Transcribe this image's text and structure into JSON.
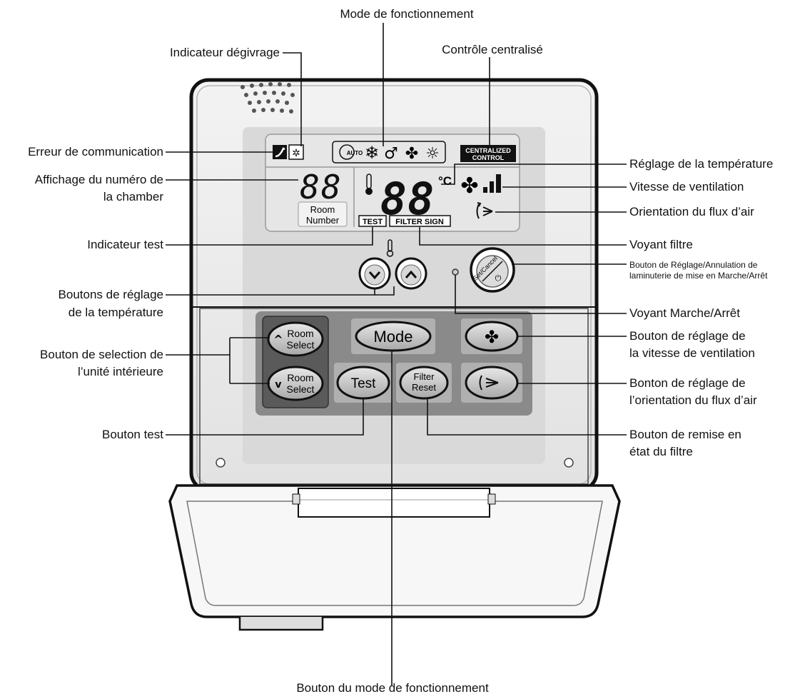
{
  "labels": {
    "mode_fonctionnement": "Mode de fonctionnement",
    "indicateur_degivrage": "Indicateur dégivrage",
    "controle_centralise": "Contrôle centralisé",
    "erreur_communication": "Erreur de communication",
    "affichage_numero_l1": "Affichage du numéro de",
    "affichage_numero_l2": "la chamber",
    "reglage_temperature": "Réglage de la température",
    "vitesse_ventilation": "Vitesse de ventilation",
    "orientation_flux": "Orientation du flux d’air",
    "indicateur_test": "Indicateur test",
    "voyant_filtre": "Voyant filtre",
    "bouton_reglage_annulation_l1": "Bouton de Réglage/Annulation de",
    "bouton_reglage_annulation_l2": "laminuterie de mise en Marche/Arrêt",
    "boutons_temperature_l1": "Boutons de réglage",
    "boutons_temperature_l2": "de la température",
    "voyant_marche_arret": "Voyant Marche/Arrêt",
    "bouton_selection_l1": "Bouton de selection de",
    "bouton_selection_l2": "l’unité intérieure",
    "bouton_vitesse_l1": "Bouton de réglage de",
    "bouton_vitesse_l2": "la vitesse de ventilation",
    "bouton_orientation_l1": "Bonton de réglage de",
    "bouton_orientation_l2": "l’orientation du flux d’air",
    "bouton_test": "Bouton test",
    "bouton_remise_l1": "Bouton de remise en",
    "bouton_remise_l2": "état du filtre",
    "bouton_mode": "Bouton du mode de fonctionnement"
  },
  "device": {
    "room_digits": "88",
    "room_number_l1": "Room",
    "room_number_l2": "Number",
    "temp_digits": "88",
    "temp_unit": "°C",
    "auto_text": "AUTO",
    "centralized_l1": "CENTRALIZED",
    "centralized_l2": "CONTROL",
    "test_indicator": "TEST",
    "filter_sign": "FILTER SIGN",
    "set_cancel_label": "Set/Cancel",
    "room_select_l1": "Room",
    "room_select_l2": "Select",
    "mode_button": "Mode",
    "test_button": "Test",
    "filter_l1": "Filter",
    "filter_l2": "Reset"
  },
  "colors": {
    "line": "#111111",
    "lcd_bg": "#e6e6e6",
    "panel_bg": "#d9d9d9",
    "button_area": "#8a8a8a",
    "button_fill": "#c4c4c4"
  }
}
